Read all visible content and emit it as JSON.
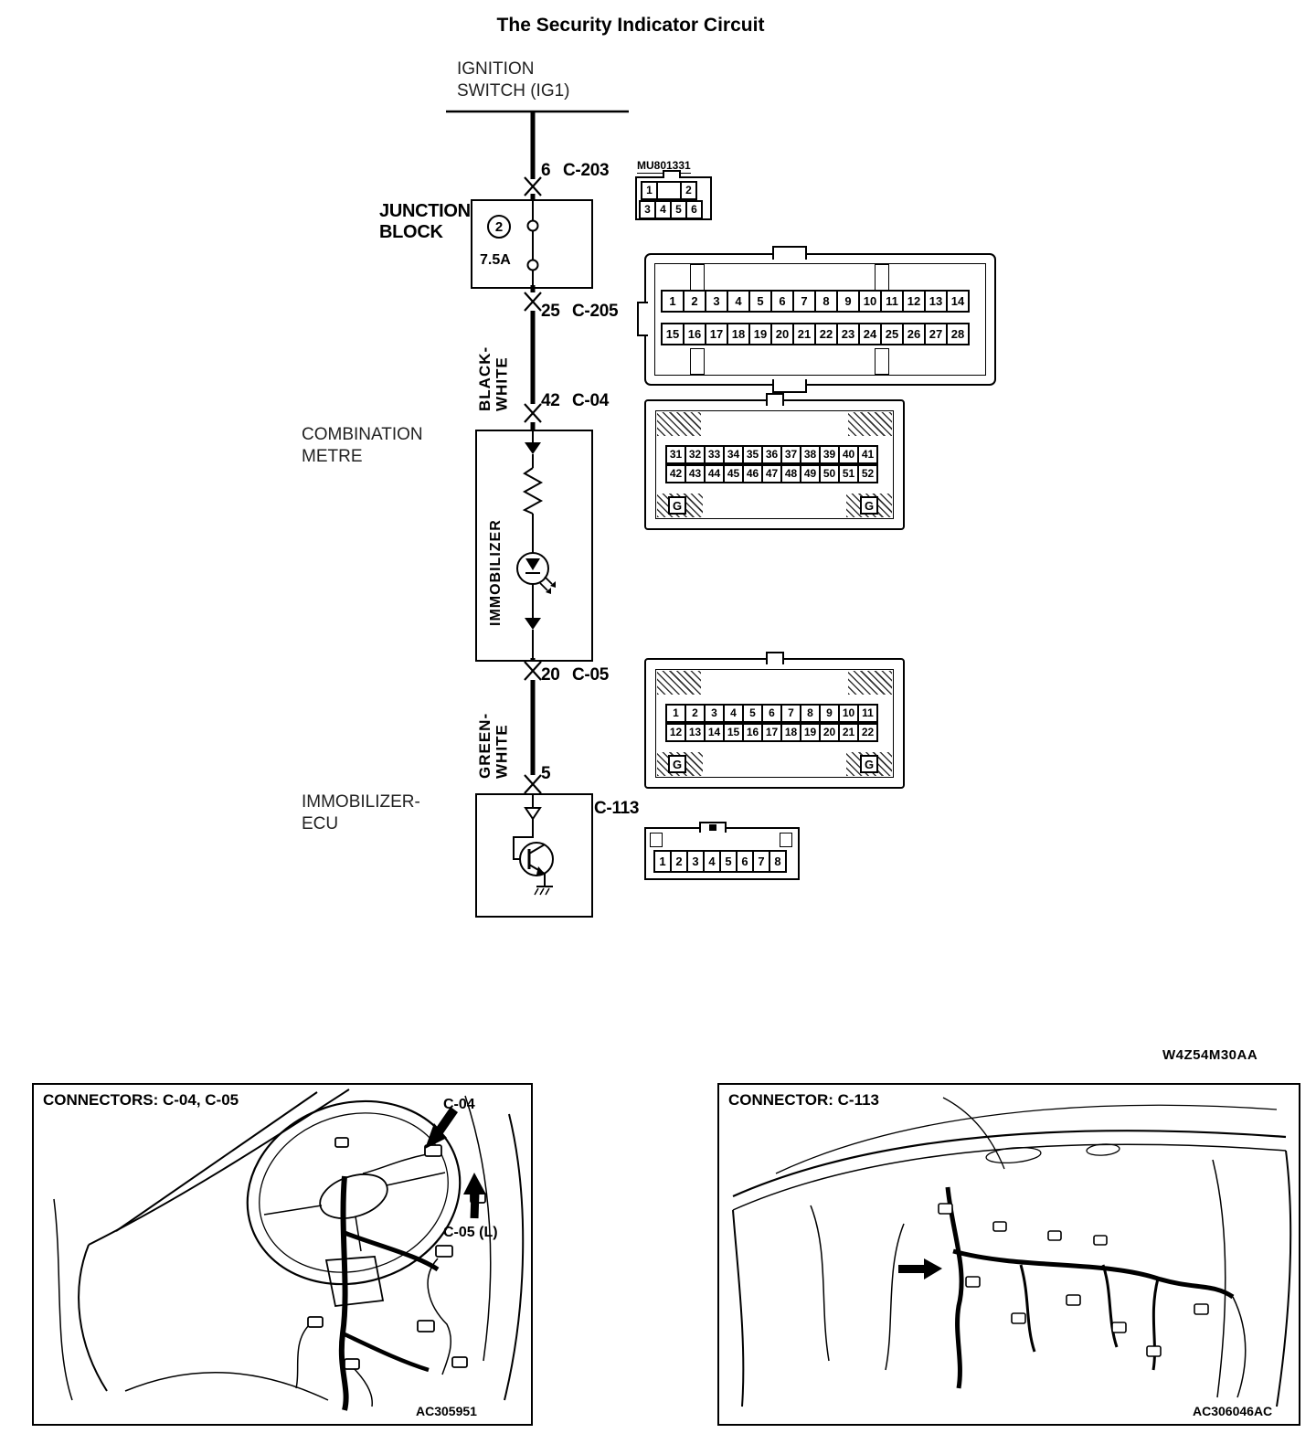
{
  "title": "The Security Indicator Circuit",
  "doc_code": "W4Z54M30AA",
  "schematic": {
    "ignition_switch": "IGNITION\nSWITCH (IG1)",
    "junction_block": "JUNCTION\nBLOCK",
    "fuse_number": "2",
    "fuse_rating": "7.5A",
    "combination_metre": "COMBINATION\nMETRE",
    "immobilizer": "IMMOBILIZER",
    "immobilizer_ecu": "IMMOBILIZER-\nECU",
    "wire1": "BLACK-\nWHITE",
    "wire2": "GREEN-\nWHITE",
    "pin6": "6",
    "conn_c203": "C-203",
    "conn_c203_code": "MU801331",
    "pin25": "25",
    "conn_c205": "C-205",
    "pin42": "42",
    "conn_c04": "C-04",
    "pin20": "20",
    "conn_c05": "C-05",
    "pin5": "5",
    "conn_c113": "C-113"
  },
  "connectors": {
    "c203": {
      "row1": [
        "1",
        "",
        "2"
      ],
      "row2": [
        "3",
        "4",
        "5",
        "6"
      ]
    },
    "c205": {
      "row1": [
        "1",
        "2",
        "3",
        "4",
        "5",
        "6",
        "7",
        "8",
        "9",
        "10",
        "11",
        "12",
        "13",
        "14"
      ],
      "row2": [
        "15",
        "16",
        "17",
        "18",
        "19",
        "20",
        "21",
        "22",
        "23",
        "24",
        "25",
        "26",
        "27",
        "28"
      ]
    },
    "c04": {
      "row1": [
        "31",
        "32",
        "33",
        "34",
        "35",
        "36",
        "37",
        "38",
        "39",
        "40",
        "41"
      ],
      "row2": [
        "42",
        "43",
        "44",
        "45",
        "46",
        "47",
        "48",
        "49",
        "50",
        "51",
        "52"
      ],
      "ground": "G"
    },
    "c05": {
      "row1": [
        "1",
        "2",
        "3",
        "4",
        "5",
        "6",
        "7",
        "8",
        "9",
        "10",
        "11"
      ],
      "row2": [
        "12",
        "13",
        "14",
        "15",
        "16",
        "17",
        "18",
        "19",
        "20",
        "21",
        "22"
      ],
      "ground": "G"
    },
    "c113": {
      "row1": [
        "1",
        "2",
        "3",
        "4",
        "5",
        "6",
        "7",
        "8"
      ]
    }
  },
  "panels": {
    "left": {
      "title": "CONNECTORS: C-04, C-05",
      "label_c04": "C-04",
      "label_c05": "C-05 (L)",
      "code": "AC305951"
    },
    "right": {
      "title": "CONNECTOR: C-113",
      "code": "AC306046AC"
    }
  }
}
